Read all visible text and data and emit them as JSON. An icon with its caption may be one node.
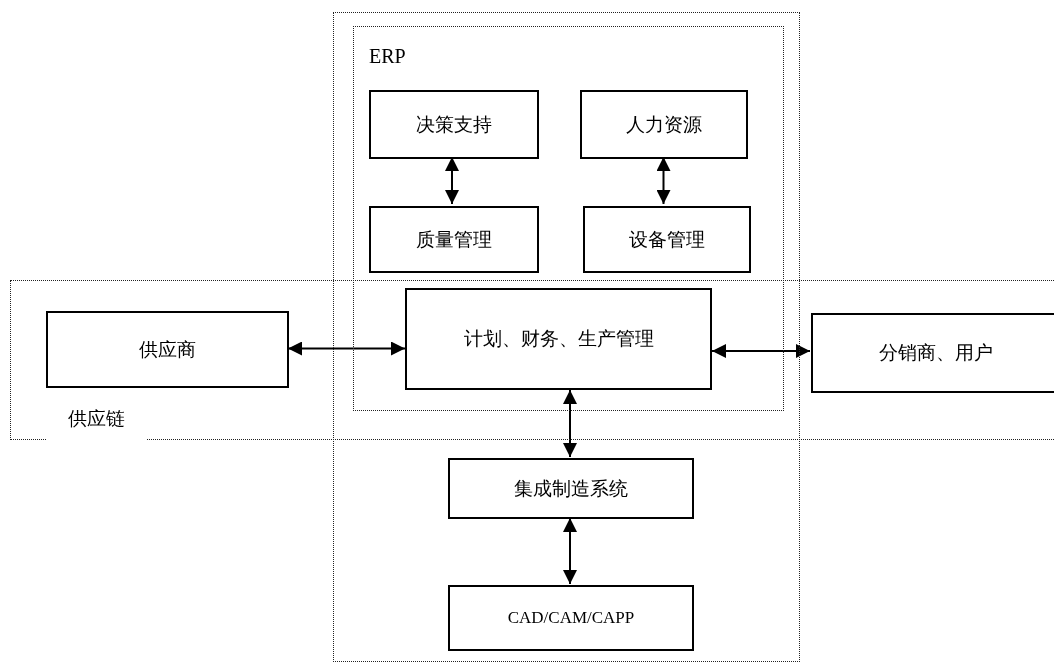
{
  "diagram": {
    "nodes": [
      {
        "text": [],
        "shape": "box"
      },
      {
        "text": [
          "供应链"
        ]
      },
      {
        "text": [
          "ERP"
        ],
        "in": 0
      },
      {
        "text": [
          "决策支持"
        ],
        "in": 2
      },
      {
        "text": [
          "人力资源"
        ],
        "in": 2
      },
      {
        "text": [
          "质量管理"
        ],
        "in": 2
      },
      {
        "text": [
          "设备管理"
        ],
        "in": 2
      },
      {
        "text": [
          "计划、财务、生产管理"
        ]
      },
      {
        "text": [
          "供应商"
        ],
        "in": 1
      },
      {
        "text": [
          "分销商、用户"
        ],
        "in": 1
      },
      {
        "text": [
          "集成制造系统"
        ],
        "in": 0
      },
      {
        "text": [
          "CAD/CAM/CAPP"
        ],
        "in": 0
      }
    ],
    "edges": [
      {
        "from": 3,
        "to": 5,
        "arrow": "both"
      },
      {
        "from": 4,
        "to": 6,
        "arrow": "both"
      },
      {
        "from": 8,
        "to": 7,
        "arrow": "both"
      },
      {
        "from": 7,
        "to": 9,
        "arrow": "both"
      },
      {
        "from": 7,
        "to": 10,
        "arrow": "both"
      },
      {
        "from": 10,
        "to": 11,
        "arrow": "both"
      }
    ]
  }
}
